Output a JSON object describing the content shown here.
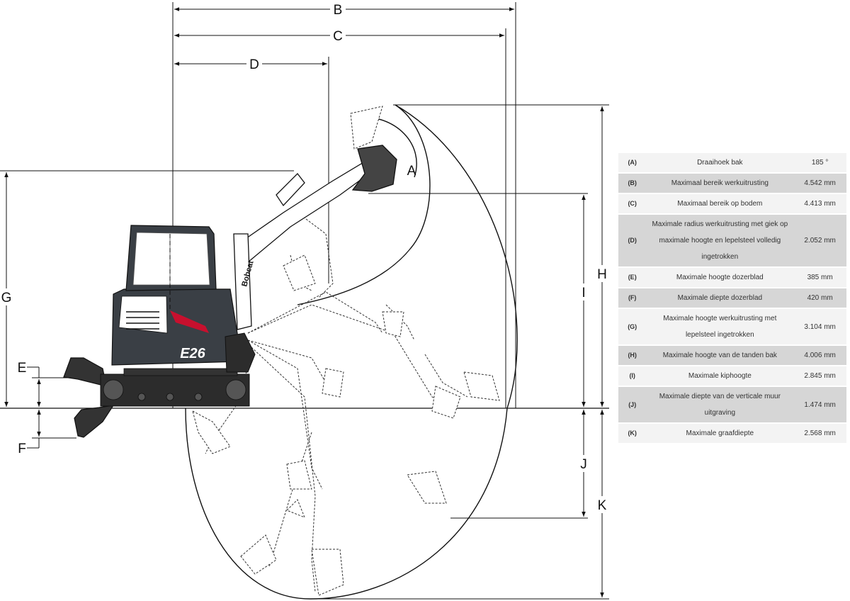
{
  "diagram": {
    "dimension_letters": {
      "a": "A",
      "b": "B",
      "c": "C",
      "d": "D",
      "e": "E",
      "f": "F",
      "g": "G",
      "h": "H",
      "i": "I",
      "j": "J",
      "k": "K"
    },
    "brand_text": "Bobcat",
    "model_text": "E26"
  },
  "spec_table": {
    "rows": [
      {
        "code": "(A)",
        "description": "Draaihoek bak",
        "value": "185 °"
      },
      {
        "code": "(B)",
        "description": "Maximaal bereik werkuitrusting",
        "value": "4.542 mm"
      },
      {
        "code": "(C)",
        "description": "Maximaal bereik op bodem",
        "value": "4.413 mm"
      },
      {
        "code": "(D)",
        "description": "Maximale radius werkuitrusting met giek op maximale hoogte en lepelsteel volledig ingetrokken",
        "value": "2.052 mm"
      },
      {
        "code": "(E)",
        "description": "Maximale hoogte dozerblad",
        "value": "385 mm"
      },
      {
        "code": "(F)",
        "description": "Maximale diepte dozerblad",
        "value": "420 mm"
      },
      {
        "code": "(G)",
        "description": "Maximale hoogte werkuitrusting met lepelsteel ingetrokken",
        "value": "3.104 mm"
      },
      {
        "code": "(H)",
        "description": "Maximale hoogte van de tanden bak",
        "value": "4.006 mm"
      },
      {
        "code": "(I)",
        "description": "Maximale kiphoogte",
        "value": "2.845 mm"
      },
      {
        "code": "(J)",
        "description": "Maximale diepte van de verticale muur uitgraving",
        "value": "1.474 mm"
      },
      {
        "code": "(K)",
        "description": "Maximale graafdiepte",
        "value": "2.568 mm"
      }
    ]
  }
}
